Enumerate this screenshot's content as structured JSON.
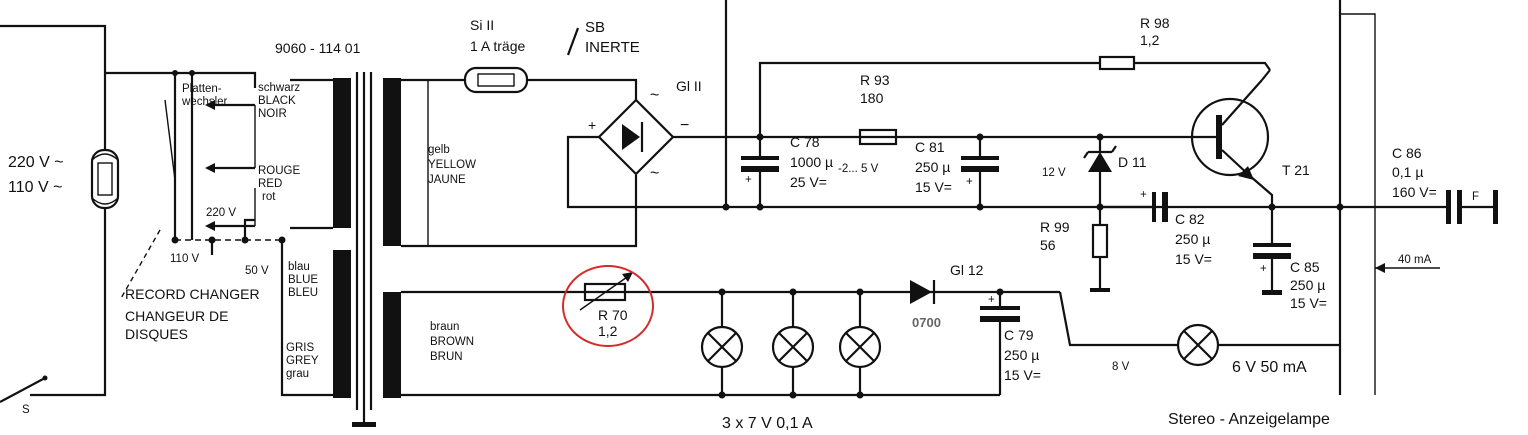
{
  "labels": {
    "transformer": "9060 - 114 01",
    "fuse_name": "Si II",
    "fuse_rating": "1 A träge",
    "fuse_sb": "SB",
    "fuse_inerte": "INERTE",
    "rectifier": "Gl II",
    "mains_220": "220 V ~",
    "mains_110": "110 V ~",
    "switch": "S",
    "changer_de_1": "Platten-",
    "changer_de_2": "wechsler",
    "black_1": "schwarz",
    "black_2": "BLACK",
    "black_3": "NOIR",
    "red_1": "ROUGE",
    "red_2": "RED",
    "red_3": "rot",
    "tap_220": "220 V",
    "tap_110": "110 V",
    "tap_50": "50 V",
    "blue_1": "blau",
    "blue_2": "BLUE",
    "blue_3": "BLEU",
    "record_changer": "RECORD CHANGER",
    "changeur_1": "CHANGEUR DE",
    "changeur_2": "DISQUES",
    "grey_1": "GRIS",
    "grey_2": "GREY",
    "grey_3": "grau",
    "yellow_1": "gelb",
    "yellow_2": "YELLOW",
    "yellow_3": "JAUNE",
    "brown_1": "braun",
    "brown_2": "BROWN",
    "brown_3": "BRUN",
    "plus": "+",
    "minus": "−",
    "ac": "~",
    "r98_name": "R 98",
    "r98_val": "1,2",
    "r93_name": "R 93",
    "r93_val": "180",
    "c78_name": "C 78",
    "c78_val": "1000 µ",
    "c78_tol": "-2... 5 V",
    "c78_volt": "25 V=",
    "c81_name": "C 81",
    "c81_val": "250 µ",
    "c81_volt": "15 V=",
    "v12": "12 V",
    "d11": "D 11",
    "t21": "T 21",
    "c86_name": "C 86",
    "c86_val": "0,1 µ",
    "c86_volt": "160 V=",
    "r99_name": "R 99",
    "r99_val": "56",
    "c82_name": "C 82",
    "c82_val": "250 µ",
    "c82_volt": "15 V=",
    "c85_name": "C 85",
    "c85_val": "250 µ",
    "c85_volt": "15 V=",
    "ma40": "40 mA",
    "r70_name": "R 70",
    "r70_val": "1,2",
    "gl12": "Gl 12",
    "code0700": "0700",
    "c79_name": "C 79",
    "c79_val": "250 µ",
    "c79_volt": "15 V=",
    "v8": "8 V",
    "lamp_big": "6 V 50 mA",
    "lamps3": "3 x 7 V 0,1 A",
    "stereo": "Stereo - Anzeigelampe",
    "f": "F"
  },
  "colors": {
    "ink": "#111111",
    "highlight": "#d42a2a",
    "code_gray": "#666666"
  }
}
